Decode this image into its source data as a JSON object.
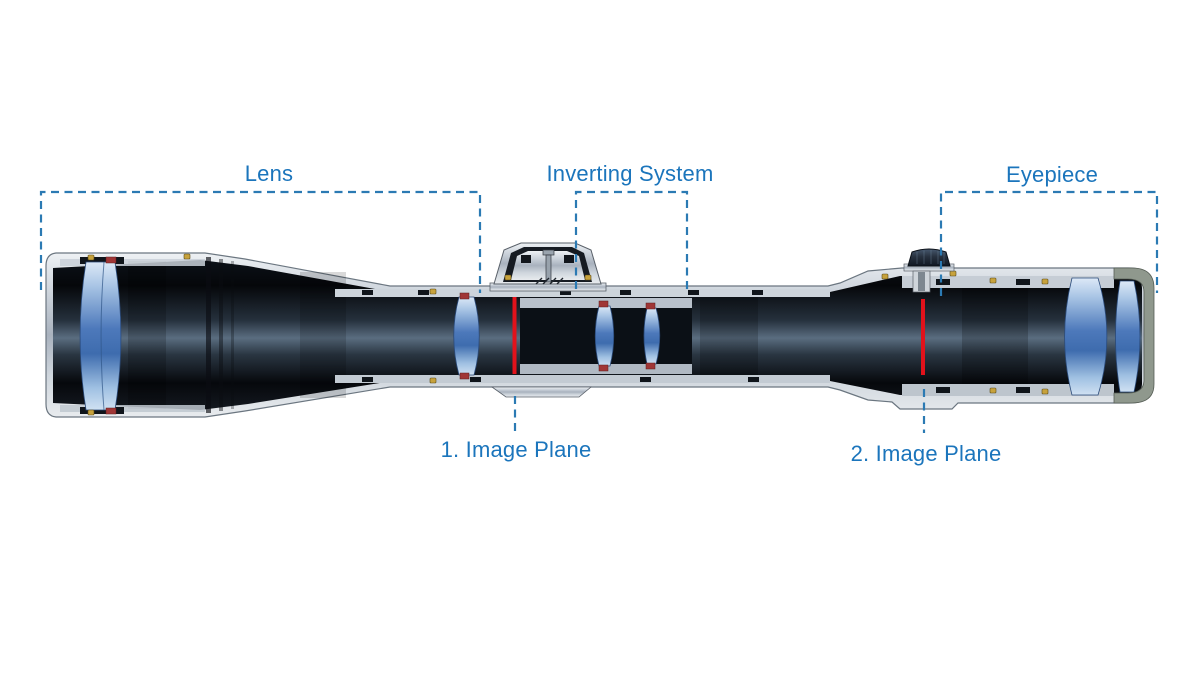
{
  "figure": {
    "description": "Cutaway diagram of a riflescope showing optical components",
    "background_color": "#ffffff"
  },
  "labels": {
    "lens": "Lens",
    "inverting_system": "Inverting System",
    "eyepiece": "Eyepiece",
    "image_plane_1": "1. Image Plane",
    "image_plane_2": "2. Image Plane"
  },
  "colors": {
    "label_text": "#1b75bc",
    "annotation_line": "#2b7ab3",
    "image_plane_line": "#e2121b",
    "housing_metal": "#c6cdd6",
    "tube_black": "#0a0f15",
    "lens_glass_blue": "#4d79bb",
    "eyepiece_rim": "#8f988d",
    "brass_screw": "#c7a23c",
    "lens_mount_red": "#a03636",
    "knob_dark_blue": "#27313f"
  }
}
